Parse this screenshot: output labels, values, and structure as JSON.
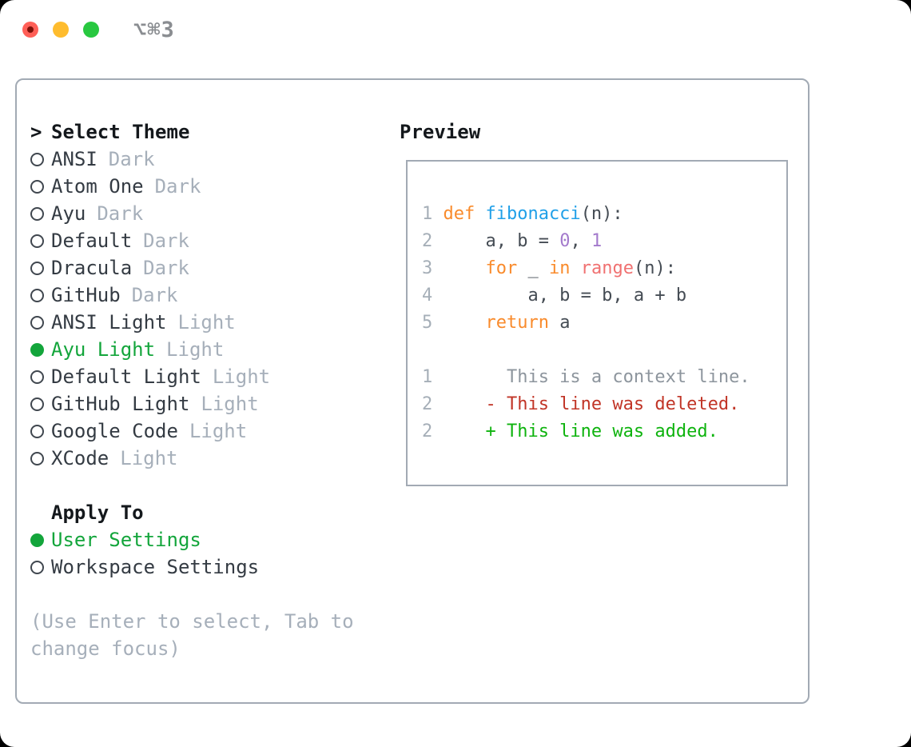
{
  "titlebar": {
    "shortcut": "⌥⌘3",
    "traffic_lights": [
      "close",
      "minimize",
      "zoom"
    ]
  },
  "theme_panel": {
    "header": {
      "cursor": ">",
      "label": "Select Theme"
    },
    "themes": [
      {
        "name": "ANSI",
        "variant": "Dark",
        "selected": false
      },
      {
        "name": "Atom One",
        "variant": "Dark",
        "selected": false
      },
      {
        "name": "Ayu",
        "variant": "Dark",
        "selected": false
      },
      {
        "name": "Default",
        "variant": "Dark",
        "selected": false
      },
      {
        "name": "Dracula",
        "variant": "Dark",
        "selected": false
      },
      {
        "name": "GitHub",
        "variant": "Dark",
        "selected": false
      },
      {
        "name": "ANSI Light",
        "variant": "Light",
        "selected": false
      },
      {
        "name": "Ayu Light",
        "variant": "Light",
        "selected": true
      },
      {
        "name": "Default Light",
        "variant": "Light",
        "selected": false
      },
      {
        "name": "GitHub Light",
        "variant": "Light",
        "selected": false
      },
      {
        "name": "Google Code",
        "variant": "Light",
        "selected": false
      },
      {
        "name": "XCode",
        "variant": "Light",
        "selected": false
      }
    ],
    "apply_to": {
      "label": "Apply To",
      "options": [
        {
          "name": "User Settings",
          "selected": true
        },
        {
          "name": "Workspace Settings",
          "selected": false
        }
      ]
    },
    "help_text": "(Use Enter to select, Tab to change focus)"
  },
  "preview": {
    "label": "Preview",
    "code_lines": [
      {
        "num": "1",
        "segments": [
          {
            "text": "def ",
            "color": "keyword"
          },
          {
            "text": "fibonacci",
            "color": "function"
          },
          {
            "text": "(n):",
            "color": "default"
          }
        ]
      },
      {
        "num": "2",
        "segments": [
          {
            "text": "    a, b = ",
            "color": "default"
          },
          {
            "text": "0",
            "color": "number"
          },
          {
            "text": ", ",
            "color": "default"
          },
          {
            "text": "1",
            "color": "number"
          }
        ]
      },
      {
        "num": "3",
        "segments": [
          {
            "text": "    ",
            "color": "default"
          },
          {
            "text": "for",
            "color": "keyword"
          },
          {
            "text": " _ ",
            "color": "default"
          },
          {
            "text": "in",
            "color": "keyword"
          },
          {
            "text": " ",
            "color": "default"
          },
          {
            "text": "range",
            "color": "builtin"
          },
          {
            "text": "(n):",
            "color": "default"
          }
        ]
      },
      {
        "num": "4",
        "segments": [
          {
            "text": "        a, b = b, a + b",
            "color": "default"
          }
        ]
      },
      {
        "num": "5",
        "segments": [
          {
            "text": "    ",
            "color": "default"
          },
          {
            "text": "return",
            "color": "keyword"
          },
          {
            "text": " a",
            "color": "default"
          }
        ]
      },
      {
        "num": "",
        "segments": []
      },
      {
        "num": "1",
        "segments": [
          {
            "text": "      This is a context line.",
            "color": "context"
          }
        ]
      },
      {
        "num": "2",
        "segments": [
          {
            "text": "    - This line was deleted.",
            "color": "deleted"
          }
        ]
      },
      {
        "num": "2",
        "segments": [
          {
            "text": "    + This line was added.",
            "color": "added"
          }
        ]
      }
    ]
  },
  "colors": {
    "keyword": "#F98B2C",
    "function": "#21A0E8",
    "number": "#A37ACC",
    "builtin": "#F07171",
    "default": "#454C54",
    "line_number": "#A6AFB8",
    "context": "#8D959D",
    "deleted": "#C13527",
    "added": "#0EB30E",
    "accent_green": "#13A53B",
    "muted": "#A6AFBA",
    "text": "#343B43",
    "heading": "#14181C",
    "border": "#A2AAB4",
    "titlebar_text": "#8A8D91",
    "traffic_red": "#FF5F57",
    "traffic_yellow": "#FEBC2E",
    "traffic_green": "#28C840"
  }
}
